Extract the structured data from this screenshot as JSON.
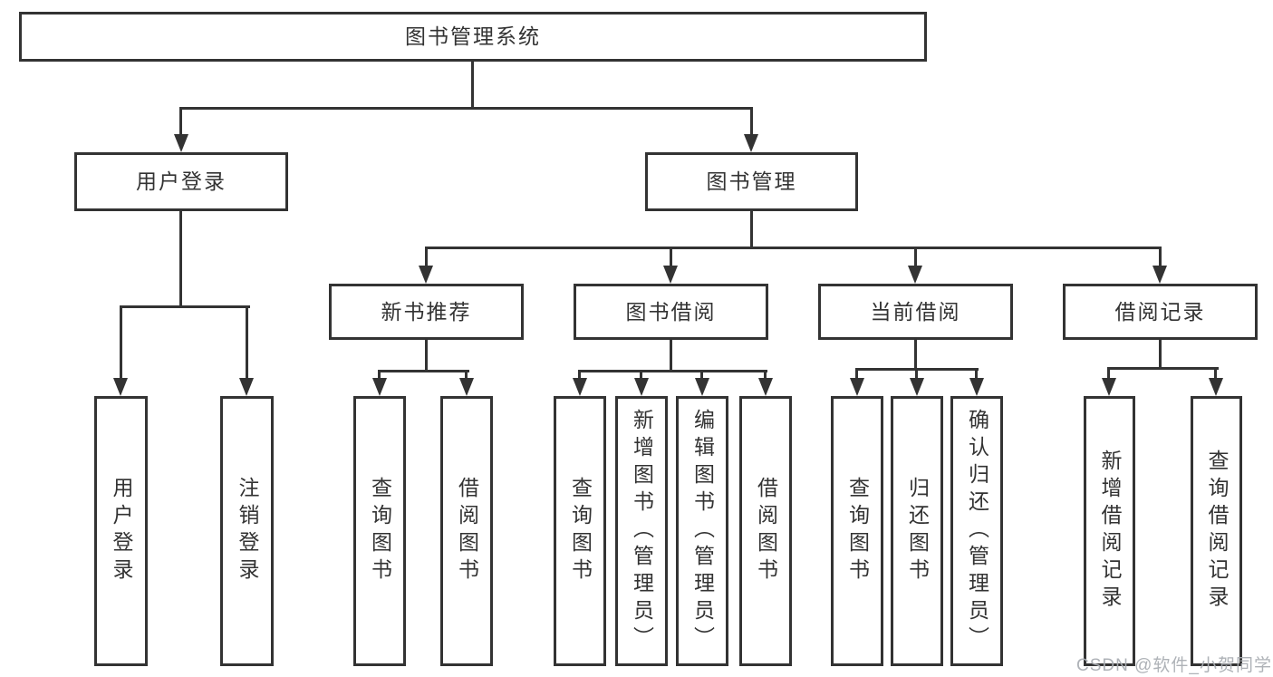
{
  "diagram": {
    "type": "hierarchy-tree",
    "title": "图书管理系统",
    "colors": {
      "background": "#ffffff",
      "line": "#333333",
      "text": "#333333",
      "watermark": "#aaaeb3"
    },
    "nodes": {
      "root": "图书管理系统",
      "user_login": "用户登录",
      "book_mgmt": "图书管理",
      "new_book_rec": "新书推荐",
      "book_borrow": "图书借阅",
      "current_borrow": "当前借阅",
      "borrow_record": "借阅记录",
      "user_login_leaf": "用户登录",
      "logout_leaf": "注销登录",
      "rec_query_book": "查询图书",
      "rec_borrow_book": "借阅图书",
      "bb_query_book": "查询图书",
      "bb_add_book": "新增图书（管理员）",
      "bb_edit_book": "编辑图书（管理员）",
      "bb_borrow_book": "借阅图书",
      "cb_query_book": "查询图书",
      "cb_return_book": "归还图书",
      "cb_confirm_return": "确认归还（管理员）",
      "br_add_record": "新增借阅记录",
      "br_query_record": "查询借阅记录"
    },
    "edges": [
      [
        "root",
        "user_login"
      ],
      [
        "root",
        "book_mgmt"
      ],
      [
        "user_login",
        "user_login_leaf"
      ],
      [
        "user_login",
        "logout_leaf"
      ],
      [
        "book_mgmt",
        "new_book_rec"
      ],
      [
        "book_mgmt",
        "book_borrow"
      ],
      [
        "book_mgmt",
        "current_borrow"
      ],
      [
        "book_mgmt",
        "borrow_record"
      ],
      [
        "new_book_rec",
        "rec_query_book"
      ],
      [
        "new_book_rec",
        "rec_borrow_book"
      ],
      [
        "book_borrow",
        "bb_query_book"
      ],
      [
        "book_borrow",
        "bb_add_book"
      ],
      [
        "book_borrow",
        "bb_edit_book"
      ],
      [
        "book_borrow",
        "bb_borrow_book"
      ],
      [
        "current_borrow",
        "cb_query_book"
      ],
      [
        "current_borrow",
        "cb_return_book"
      ],
      [
        "current_borrow",
        "cb_confirm_return"
      ],
      [
        "borrow_record",
        "br_add_record"
      ],
      [
        "borrow_record",
        "br_query_record"
      ]
    ],
    "watermark": "CSDN @软件_小贺同学"
  }
}
